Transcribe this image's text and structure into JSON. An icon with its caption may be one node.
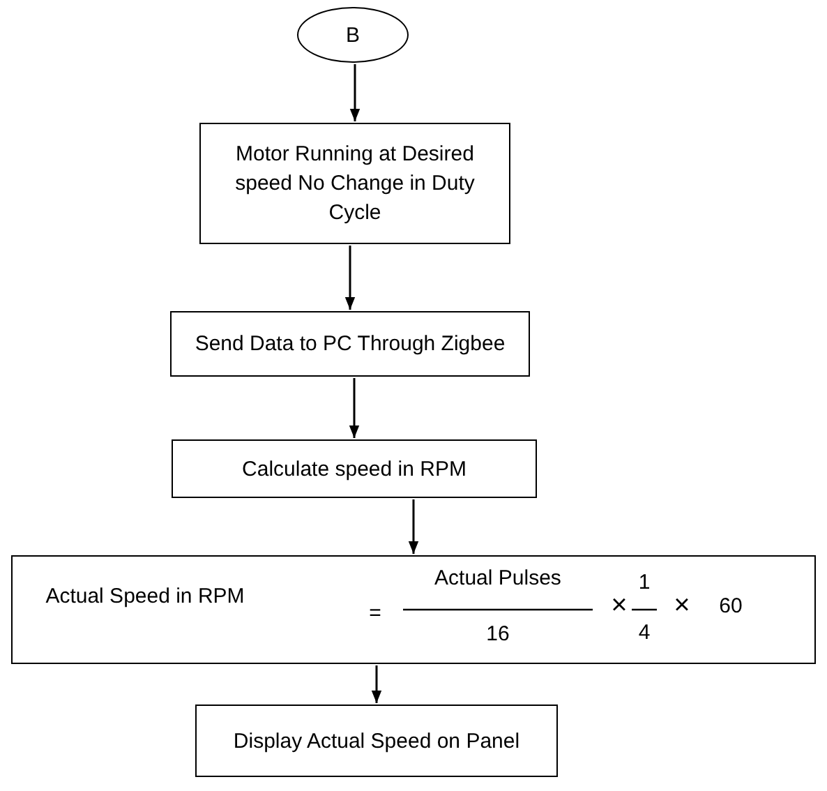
{
  "diagram": {
    "nodes": [
      {
        "text": [
          "B"
        ]
      },
      {
        "text": [
          "Motor Running at Desired speed No Change in Duty Cycle"
        ]
      },
      {
        "text": [
          "Send Data to PC Through Zigbee"
        ]
      },
      {
        "text": [
          "Calculate speed in RPM"
        ]
      },
      {
        "text": [
          "Actual Speed in RPM",
          "=",
          "Actual Pulses",
          "16",
          "×",
          "1",
          "4",
          "×",
          "60"
        ]
      },
      {
        "text": [
          "Display Actual Speed on Panel"
        ]
      }
    ],
    "edges": [
      {
        "from": 0,
        "to": 1,
        "arrow": "to"
      },
      {
        "from": 1,
        "to": 2,
        "arrow": "to"
      },
      {
        "from": 2,
        "to": 3,
        "arrow": "to"
      },
      {
        "from": 3,
        "to": 4,
        "arrow": "to"
      },
      {
        "from": 4,
        "to": 5,
        "arrow": "to"
      }
    ]
  }
}
